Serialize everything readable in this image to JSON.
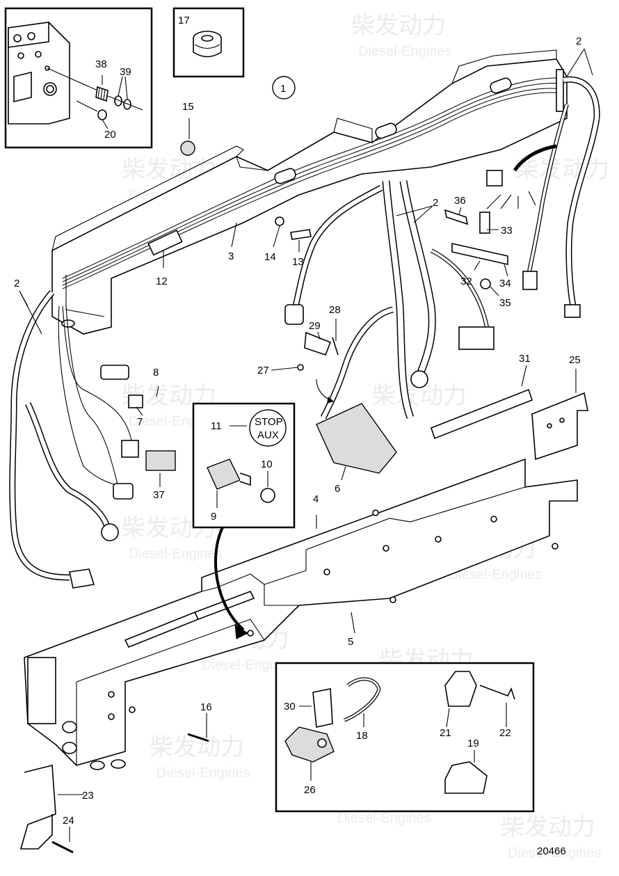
{
  "drawing_number": "20466",
  "reference_circle": "1",
  "stop_aux_label": {
    "line1": "STOP",
    "line2": "AUX"
  },
  "watermark": {
    "cn": "柴发动力",
    "en": "Diesel-Engines"
  },
  "callouts": {
    "c2a": "2",
    "c2b": "2",
    "c2c": "2",
    "c3": "3",
    "c4": "4",
    "c5": "5",
    "c6": "6",
    "c7": "7",
    "c8": "8",
    "c9": "9",
    "c10": "10",
    "c11": "11",
    "c12": "12",
    "c13": "13",
    "c14": "14",
    "c15": "15",
    "c16": "16",
    "c17": "17",
    "c18": "18",
    "c19": "19",
    "c20": "20",
    "c21": "21",
    "c22": "22",
    "c23": "23",
    "c24": "24",
    "c25": "25",
    "c26": "26",
    "c27": "27",
    "c28": "28",
    "c29": "29",
    "c30": "30",
    "c31": "31",
    "c32": "32",
    "c33": "33",
    "c34": "34",
    "c35": "35",
    "c36": "36",
    "c37": "37",
    "c38": "38",
    "c39": "39"
  }
}
